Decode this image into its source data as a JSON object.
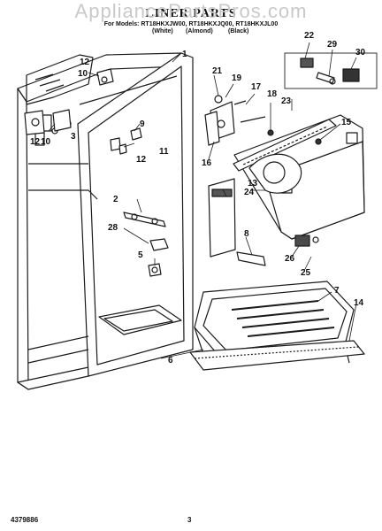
{
  "watermark": "AppliancePartsPros.com",
  "title": "LINER PARTS",
  "models": "For Models: RT18HKXJW00, RT18HKXJQ00, RT18HKXJL00",
  "colors": [
    "(White)",
    "(Almond)",
    "(Black)"
  ],
  "callouts": [
    "1",
    "2",
    "3",
    "5",
    "6",
    "7",
    "8",
    "9",
    "10",
    "11",
    "12",
    "12",
    "12",
    "10",
    "13",
    "14",
    "15",
    "16",
    "17",
    "18",
    "19",
    "21",
    "22",
    "23",
    "24",
    "25",
    "26",
    "28",
    "29",
    "30"
  ],
  "footer": {
    "doc_number": "4379886",
    "page": "3"
  },
  "colors_hex": {
    "line": "#1a1a1a",
    "fill": "#ffffff",
    "shade": "#4a4a4a",
    "watermark": "#c9c9c9"
  }
}
